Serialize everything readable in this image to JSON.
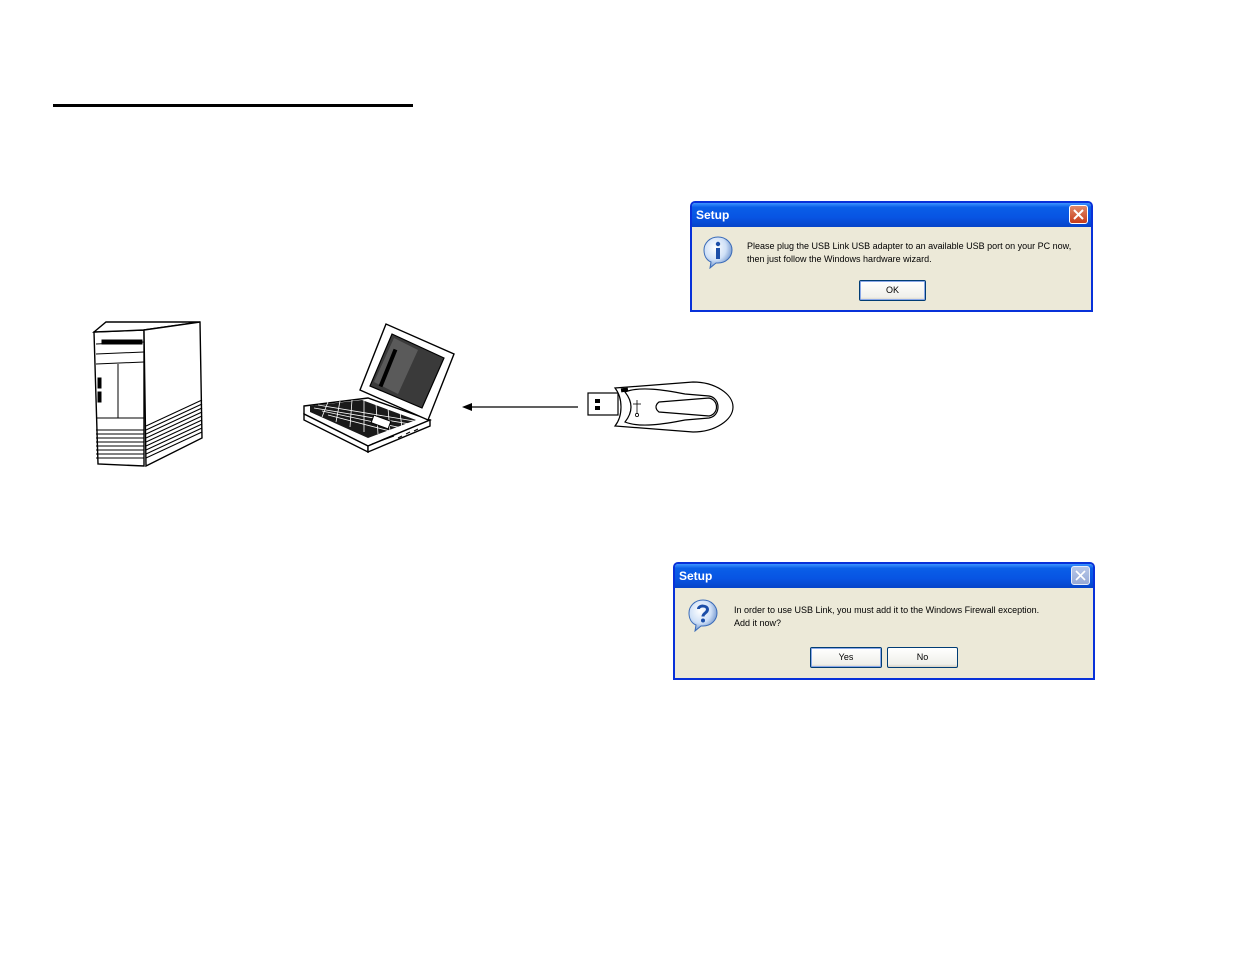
{
  "dialog_ok": {
    "title": "Setup",
    "message_line1": "Please plug the USB Link USB adapter to an available USB port on your PC now,",
    "message_line2": "then just follow the Windows hardware wizard.",
    "ok_label": "OK",
    "icon": "info-icon"
  },
  "dialog_yes_no": {
    "title": "Setup",
    "message_line1": "In order to use USB Link, you must add it to the Windows Firewall exception.",
    "message_line2": "Add it now?",
    "yes_label": "Yes",
    "no_label": "No",
    "icon": "question-icon"
  },
  "illustration": {
    "items": [
      "desktop-tower-icon",
      "laptop-icon",
      "usb-drive-icon"
    ]
  },
  "colors": {
    "titlebar": "#0854e3",
    "dialog_face": "#ece9d8",
    "close_red": "#c73c1a"
  }
}
